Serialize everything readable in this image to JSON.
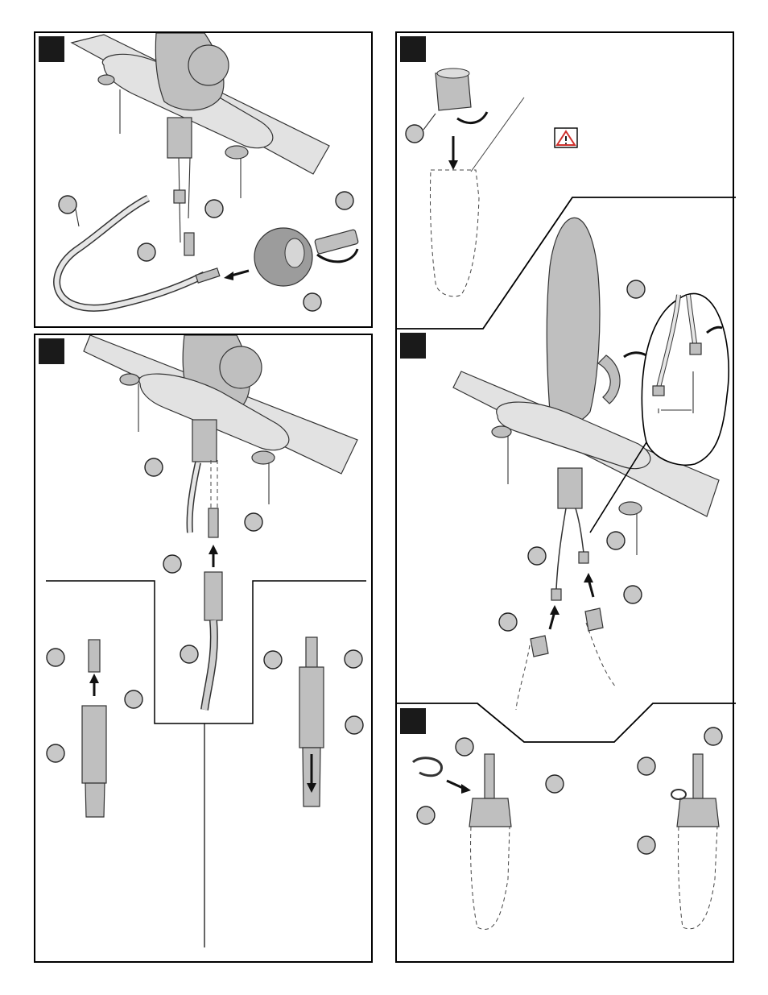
{
  "page": {
    "title": "",
    "panels": [
      {
        "id": "p1",
        "step_label": "",
        "callouts": [
          "",
          "",
          "",
          "",
          ""
        ]
      },
      {
        "id": "p2",
        "step_label": "",
        "callouts": [
          "",
          ""
        ]
      },
      {
        "id": "p3",
        "step_label": "",
        "callouts": [
          "",
          "",
          "",
          "",
          "",
          "",
          "",
          "",
          "",
          ""
        ]
      },
      {
        "id": "p4",
        "step_label": "",
        "callouts": [
          "",
          "",
          "",
          "",
          ""
        ]
      },
      {
        "id": "p5",
        "step_label": "",
        "callouts": [
          "",
          "",
          "",
          "",
          "",
          ""
        ]
      }
    ],
    "warning_icon": "warning-triangle-icon",
    "colors": {
      "warning": "#d0312d",
      "frame": "#000000",
      "step_box": "#1a1a1a"
    }
  }
}
